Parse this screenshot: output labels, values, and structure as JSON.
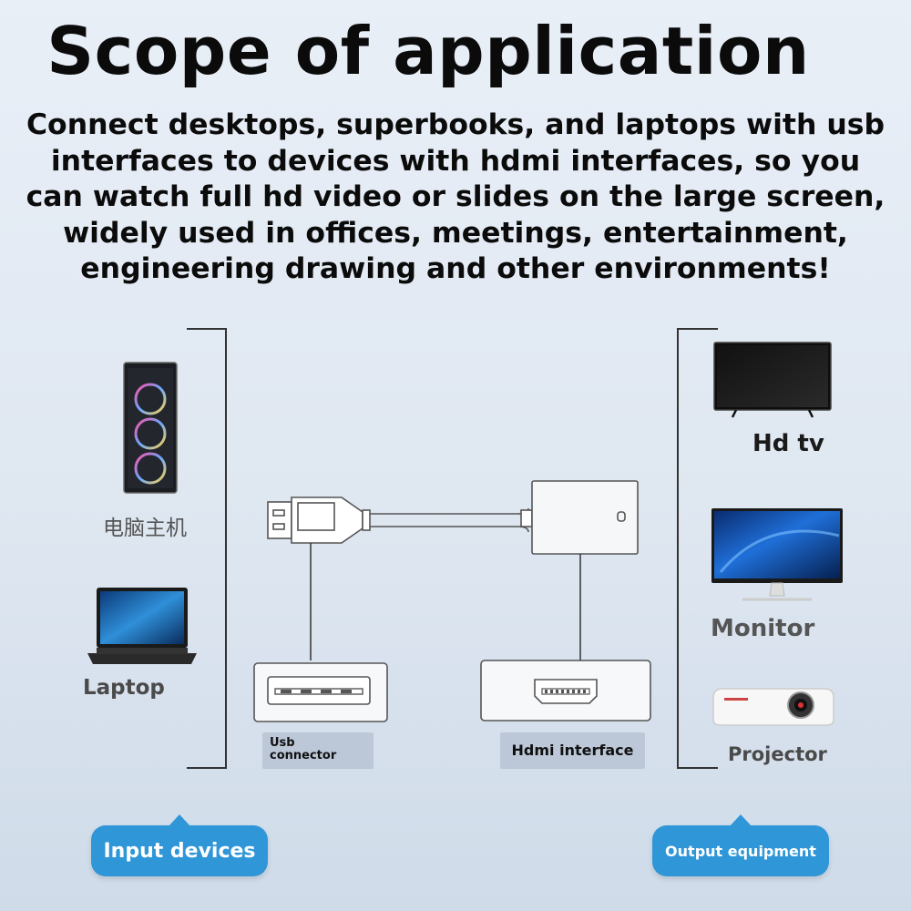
{
  "title": "Scope of application",
  "description": "Connect desktops, superbooks, and laptops with usb interfaces to devices with hdmi interfaces, so you can watch full hd video or slides on the large screen, widely used in offices, meetings, entertainment, engineering drawing and other environments!",
  "input_devices": {
    "desktop_label": "电脑主机",
    "laptop_label": "Laptop"
  },
  "output_devices": {
    "tv_label": "Hd tv",
    "monitor_label": "Monitor",
    "projector_label": "Projector"
  },
  "connectors": {
    "usb_label_line1": "Usb",
    "usb_label_line2": "connector",
    "hdmi_label": "Hdmi interface"
  },
  "bubbles": {
    "input": "Input devices",
    "output": "Output equipment"
  }
}
